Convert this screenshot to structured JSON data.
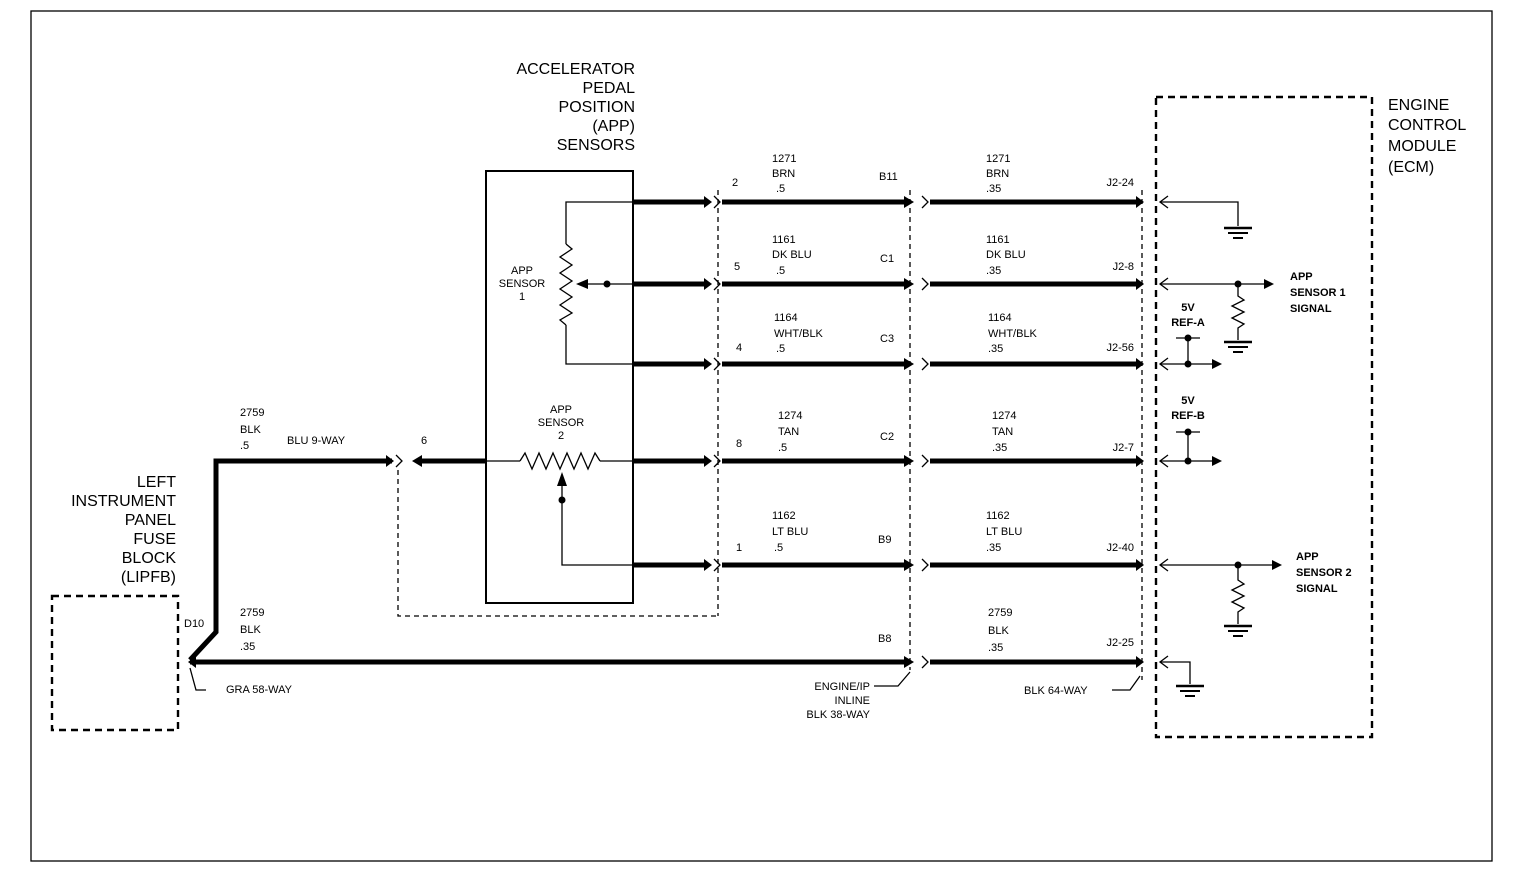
{
  "app_sensors": {
    "title_lines": [
      "ACCELERATOR",
      "PEDAL",
      "POSITION",
      "(APP)",
      "SENSORS"
    ]
  },
  "ecm": {
    "title_lines": [
      "ENGINE",
      "CONTROL",
      "MODULE",
      "(ECM)"
    ]
  },
  "lipfb": {
    "title_lines": [
      "LEFT",
      "INSTRUMENT",
      "PANEL",
      "FUSE",
      "BLOCK",
      "(LIPFB)"
    ],
    "pin": "D10",
    "connector": "GRA 58-WAY"
  },
  "sensor1": {
    "lines": [
      "APP",
      "SENSOR",
      "1"
    ]
  },
  "sensor2": {
    "lines": [
      "APP",
      "SENSOR",
      "2"
    ]
  },
  "blu9": {
    "label": "BLU 9-WAY",
    "pin": "6",
    "circuit": "2759",
    "color": "BLK",
    "gauge": ".5"
  },
  "ground_left": {
    "circuit": "2759",
    "color": "BLK",
    "gauge": ".35"
  },
  "wires": [
    {
      "app_pin": "2",
      "c1": "1271",
      "col1": "BRN",
      "g1": ".5",
      "inline_pin": "B11",
      "c2": "1271",
      "col2": "BRN",
      "g2": ".35",
      "ecm_pin": "J2-24"
    },
    {
      "app_pin": "5",
      "c1": "1161",
      "col1": "DK BLU",
      "g1": ".5",
      "inline_pin": "C1",
      "c2": "1161",
      "col2": "DK BLU",
      "g2": ".35",
      "ecm_pin": "J2-8"
    },
    {
      "app_pin": "4",
      "c1": "1164",
      "col1": "WHT/BLK",
      "g1": ".5",
      "inline_pin": "C3",
      "c2": "1164",
      "col2": "WHT/BLK",
      "g2": ".35",
      "ecm_pin": "J2-56"
    },
    {
      "app_pin": "8",
      "c1": "1274",
      "col1": "TAN",
      "g1": ".5",
      "inline_pin": "C2",
      "c2": "1274",
      "col2": "TAN",
      "g2": ".35",
      "ecm_pin": "J2-7"
    },
    {
      "app_pin": "1",
      "c1": "1162",
      "col1": "LT BLU",
      "g1": ".5",
      "inline_pin": "B9",
      "c2": "1162",
      "col2": "LT BLU",
      "g2": ".35",
      "ecm_pin": "J2-40"
    }
  ],
  "ground_wire": {
    "inline_pin": "B8",
    "c2": "2759",
    "col2": "BLK",
    "g2": ".35",
    "ecm_pin": "J2-25"
  },
  "inline_connector": {
    "lines": [
      "ENGINE/IP",
      "INLINE",
      "BLK 38-WAY"
    ]
  },
  "ecm_connector": "BLK 64-WAY",
  "ecm_internal": {
    "sig1": [
      "APP",
      "SENSOR 1",
      "SIGNAL"
    ],
    "sig2": [
      "APP",
      "SENSOR 2",
      "SIGNAL"
    ],
    "refa": [
      "5V",
      "REF-A"
    ],
    "refb": [
      "5V",
      "REF-B"
    ]
  }
}
